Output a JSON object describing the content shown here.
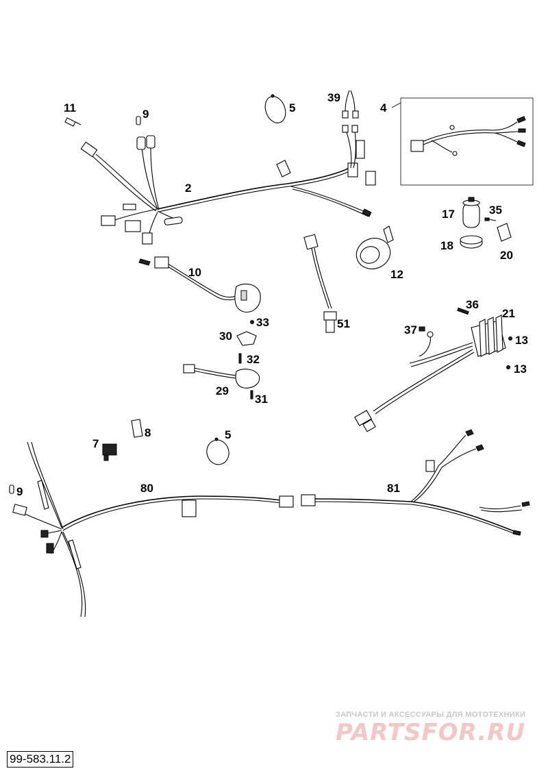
{
  "callouts": {
    "c11": "11",
    "c9a": "9",
    "c5a": "5",
    "c39": "39",
    "c4": "4",
    "c2": "2",
    "c17": "17",
    "c35": "35",
    "c18": "18",
    "c20": "20",
    "c12": "12",
    "c10": "10",
    "c33": "33",
    "c30": "30",
    "c32": "32",
    "c29": "29",
    "c31": "31",
    "c51": "51",
    "c36": "36",
    "c21": "21",
    "c37": "37",
    "c13a": "13",
    "c13b": "13",
    "c8": "8",
    "c7": "7",
    "c5b": "5",
    "c9b": "9",
    "c80": "80",
    "c81": "81"
  },
  "watermark": {
    "tagline": "ЗАПЧАСТИ И АКСЕССУАРЫ ДЛЯ МОТОТЕХНИКИ",
    "logo": "PARTSFOR.RU"
  },
  "document_code": "99-583.11.2"
}
